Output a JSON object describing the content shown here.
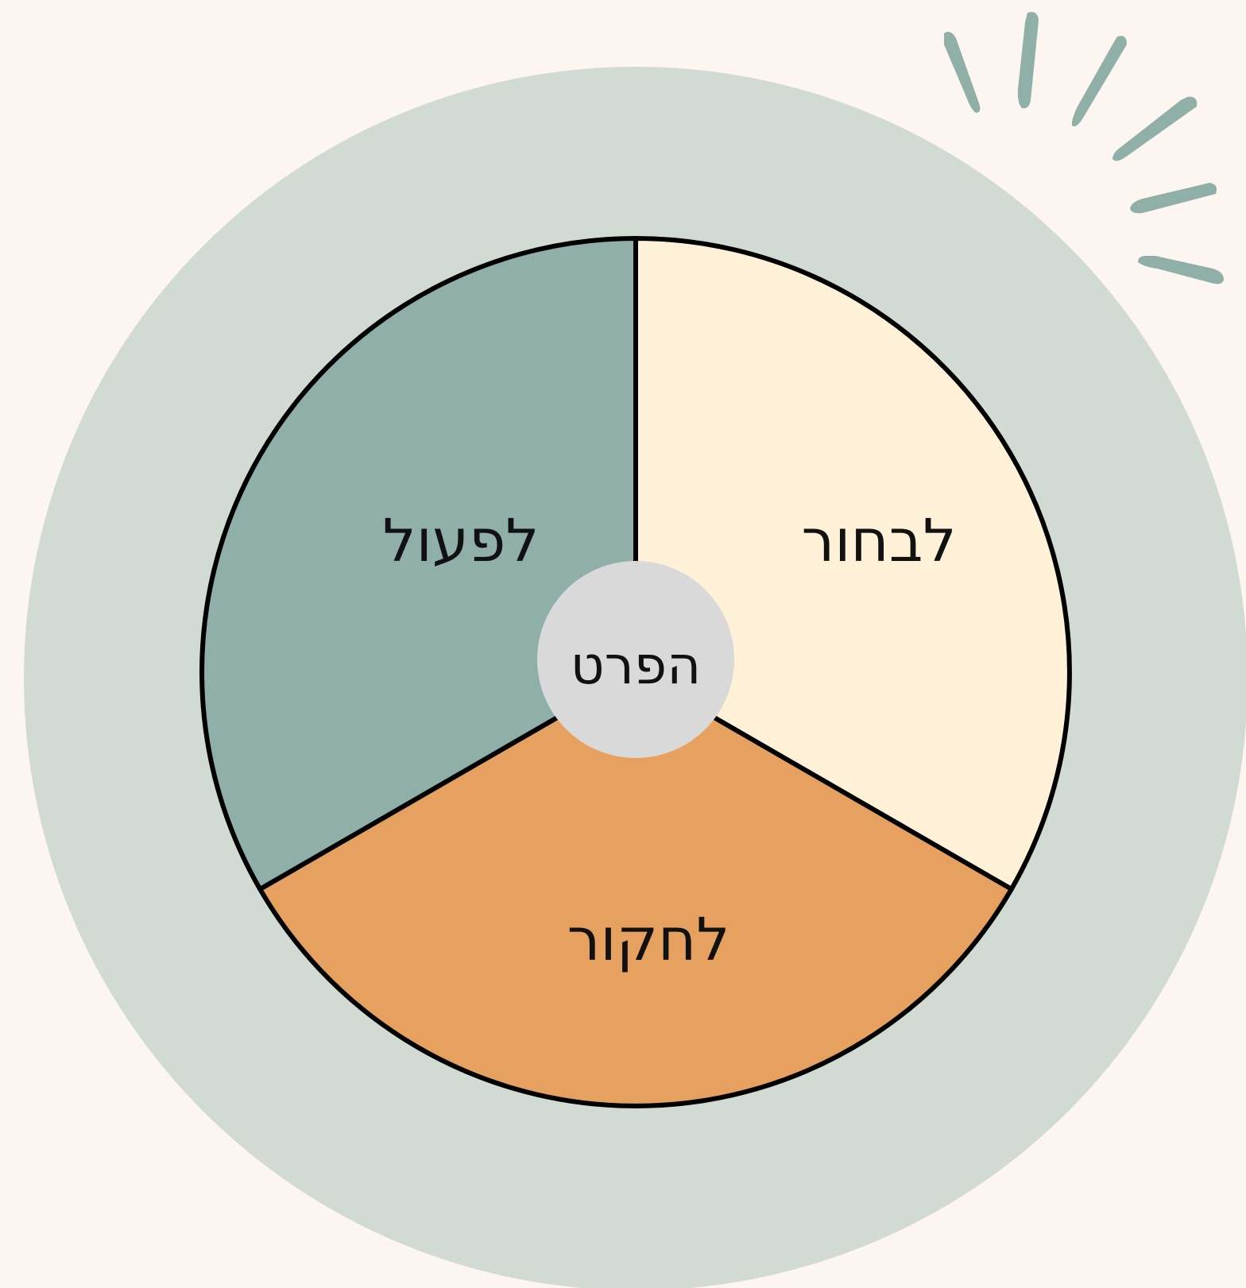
{
  "diagram": {
    "center_label": "הפרט",
    "segments": [
      {
        "label": "לבחור",
        "color": "#fff0d8"
      },
      {
        "label": "לחקור",
        "color": "#e6a060"
      },
      {
        "label": "לפעול",
        "color": "#8fafa8"
      }
    ]
  },
  "colors": {
    "page_background": "#fdf6f0",
    "outer_ring": "#d1dbd3",
    "hub": "#d9d9d9",
    "outline": "#000000",
    "sparkle": "#8fafa8"
  },
  "decorations": {
    "sparkle_icon": "sparkle-burst-icon"
  }
}
